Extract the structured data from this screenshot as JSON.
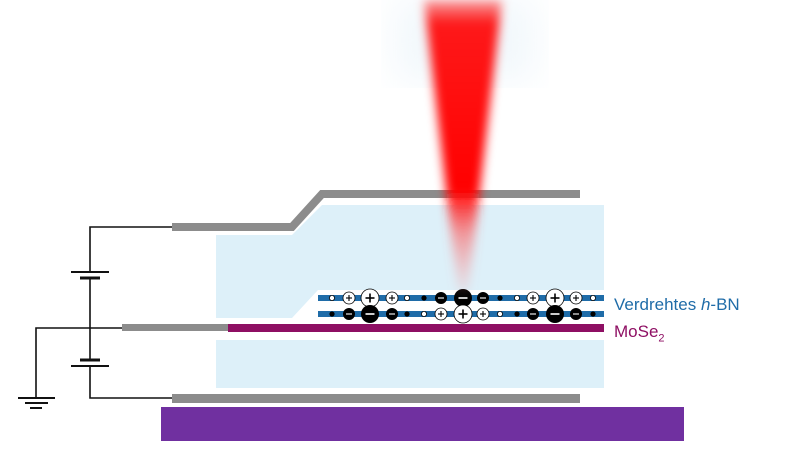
{
  "labels": {
    "hbn_prefix": "Verdrehtes ",
    "hbn_italic": "h",
    "hbn_suffix": "-BN",
    "mose_main": "MoSe",
    "mose_sub": "2"
  },
  "colors": {
    "hbn": "#1f6ca8",
    "mose": "#8e0f63",
    "substrate": "#7030a0",
    "gate": "#8c8c8c",
    "dielectric": "#dff1f9",
    "laser": "#ff0000"
  },
  "charges": {
    "top_row": [
      "s+",
      "m+",
      "l+",
      "m+",
      "s+",
      "s-",
      "m-",
      "l-",
      "m-",
      "s-",
      "s+",
      "m+",
      "l+",
      "m+",
      "s+"
    ],
    "bottom_row": [
      "s-",
      "m-",
      "l-",
      "m-",
      "s-",
      "s+",
      "m+",
      "l+",
      "m+",
      "s+",
      "s-",
      "m-",
      "l-",
      "m-",
      "s-"
    ]
  }
}
